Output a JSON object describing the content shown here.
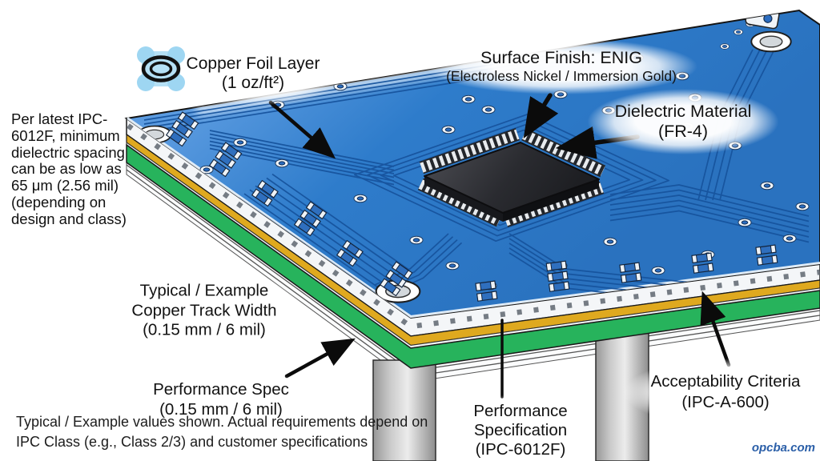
{
  "page": {
    "background": "#ffffff"
  },
  "labels": {
    "copper_foil": {
      "line1": "Copper Foil Layer",
      "line2": "(1 oz/ft²)"
    },
    "ipc_note": {
      "lines": [
        "Per latest IPC-",
        "6012F, minimum",
        "dielectric spacing",
        "can be as low as",
        "65 μm (2.56 mil)",
        "(depending on",
        "design and class)"
      ]
    },
    "surface_finish": {
      "line1": "Surface Finish: ENIG",
      "line2": "(Electroless Nickel / Immersion Gold)"
    },
    "dielectric": {
      "line1": "Dielectric Material",
      "line2": "(FR-4)"
    },
    "track_width": {
      "line1": "Typical / Example",
      "line2": "Copper Track Width",
      "line3": "(0.15 mm / 6 mil)"
    },
    "performance_spec": {
      "line1": "Performance Spec",
      "line2": "(0.15 mm / 6 mil)"
    },
    "performance_specification": {
      "line1": "Performance",
      "line2": "Specification",
      "line3": "(IPC-6012F)"
    },
    "acceptability": {
      "line1": "Acceptability Criteria",
      "line2": "(IPC-A-600)"
    },
    "footer": {
      "line1": "Typical / Example values shown. Actual requirements depend on",
      "line2": "IPC Class (e.g., Class 2/3) and customer specifications"
    },
    "watermark": {
      "text": "opcba.com"
    }
  },
  "icons": {
    "copper_foil_icon": "annular-ring-icon"
  },
  "colors": {
    "board_blue": "#2e7ccb",
    "trace_blue": "#17549e",
    "copper_gold": "#dfa91f",
    "solder_green": "#27b35c",
    "chip_body": "#2e2e33",
    "leg_gray": "#c7c7c7",
    "watermark_blue": "#2b5fa8",
    "text_dark": "#111111"
  }
}
